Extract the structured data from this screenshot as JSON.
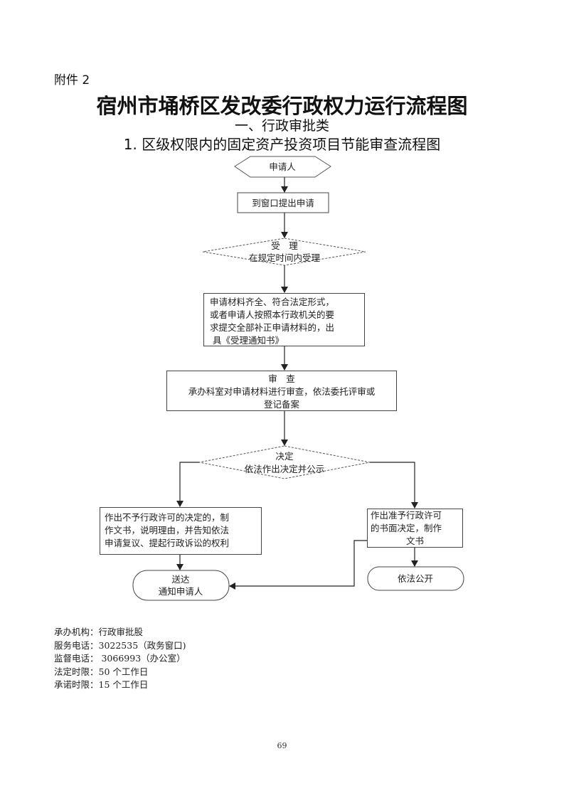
{
  "header": {
    "attachment": "附件 2",
    "title": "宿州市埇桥区发改委行政权力运行流程图",
    "category": "一、行政审批类",
    "subtitle": "1. 区级权限内的固定资产投资项目节能审查流程图"
  },
  "flow": {
    "applicant": "申请人",
    "submit": "到窗口提出申请",
    "accept_title": "受　理",
    "accept_desc": "在规定时间内受理",
    "notice": [
      "申请材料齐全、符合法定形式，",
      "或者申请人按照本行政机关的要",
      "求提交全部补正申请材料的，出",
      "具《受理通知书》"
    ],
    "review_title": "审　查",
    "review_desc": [
      "承办科室对申请材料进行审查，依法委托评审或",
      "登记备案"
    ],
    "decision_title": "决定",
    "decision_desc": "依法作出决定并公示",
    "reject": [
      "作出不予行政许可的决定的，制",
      "作文书，说明理由，并告知依法",
      "申请复议、提起行政诉讼的权利"
    ],
    "approve": [
      "作出准予行政许可",
      "的书面决定，制作",
      "文书"
    ],
    "deliver_title": "送达",
    "deliver_desc": "通知申请人",
    "publish": "依法公开"
  },
  "info": {
    "agency": "承办机构：行政审批股",
    "service_phone": "服务电话：3022535（政务窗口)",
    "supervise_phone": "监督电话：  3066993（办公室）",
    "legal_time": "法定时限：50 个工作日",
    "promise_time": "承诺时限：15 个工作日"
  },
  "page_number": "69"
}
